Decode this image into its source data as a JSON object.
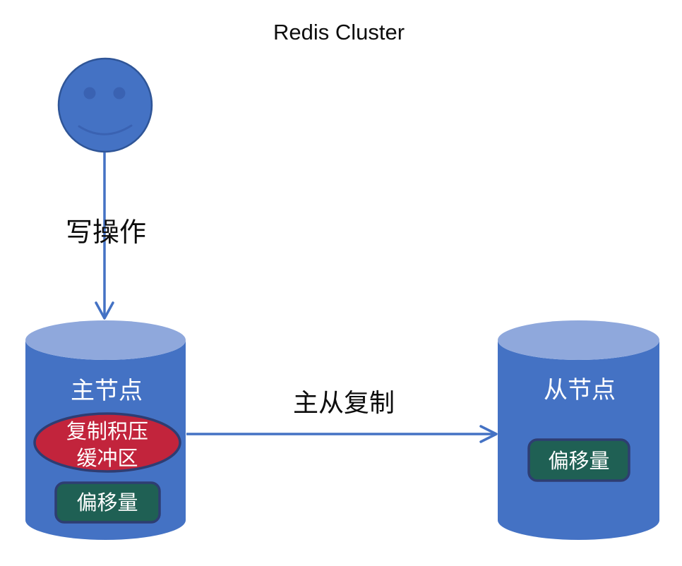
{
  "title": "Redis Cluster",
  "client": {
    "icon": "smiley-face-icon"
  },
  "edges": {
    "write": {
      "label": "写操作",
      "direction": "down"
    },
    "replication": {
      "label": "主从复制",
      "direction": "right"
    }
  },
  "nodes": {
    "master": {
      "label": "主节点",
      "buffer": {
        "line1": "复制积压",
        "line2": "缓冲区"
      },
      "offset_label": "偏移量"
    },
    "slave": {
      "label": "从节点",
      "offset_label": "偏移量"
    }
  },
  "colors": {
    "node_body": "#4472C4",
    "node_top": "#8FA8DC",
    "buffer_red": "#C2243C",
    "offset_teal": "#1F6054",
    "border_navy": "#2E3D72",
    "arrow_blue": "#4472C4",
    "face_fill": "#4472C4",
    "face_outline": "#2F5597",
    "face_feature": "#3A62B2",
    "text_dark": "#0D0D0D",
    "text_light": "#FFFFFF"
  }
}
